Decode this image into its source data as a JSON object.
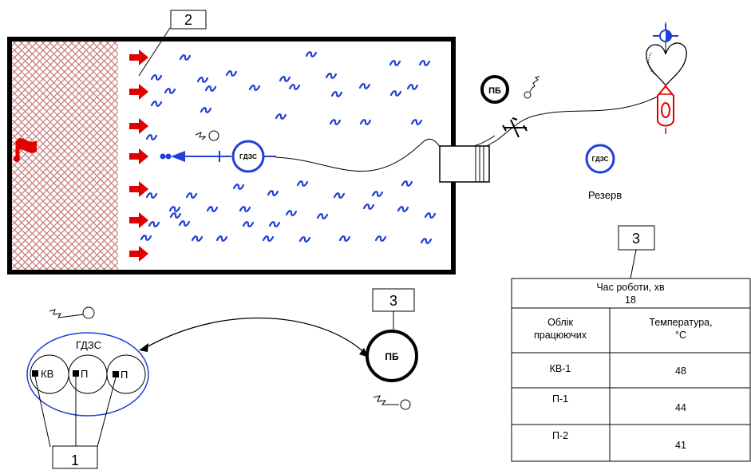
{
  "labels": {
    "callout_2": "2",
    "callout_3_pb": "3",
    "callout_3_table": "3",
    "callout_1": "1",
    "gdzs_inside": "ГДЗС",
    "gdzs_reserve": "ГДЗС",
    "reserve": "Резерв",
    "pb_top": "ПБ",
    "pb_bottom": "ПБ",
    "gdzs_group": "ГДЗС",
    "member_kv": "КВ",
    "member_p1": "П",
    "member_p2": "П"
  },
  "table": {
    "header_line1": "Час роботи, хв",
    "header_line2": "18",
    "col1_line1": "Облік",
    "col1_line2": "працюючих",
    "col2_line1": "Температура,",
    "col2_line2": "°С",
    "rows": [
      {
        "name": "КВ-1",
        "temp": "48"
      },
      {
        "name": "П-1",
        "temp": "44"
      },
      {
        "name": "П-2",
        "temp": "41"
      }
    ]
  },
  "colors": {
    "blue": "#1f3fd6",
    "red": "#e00000",
    "hatch": "#d08080",
    "black": "#000000"
  }
}
